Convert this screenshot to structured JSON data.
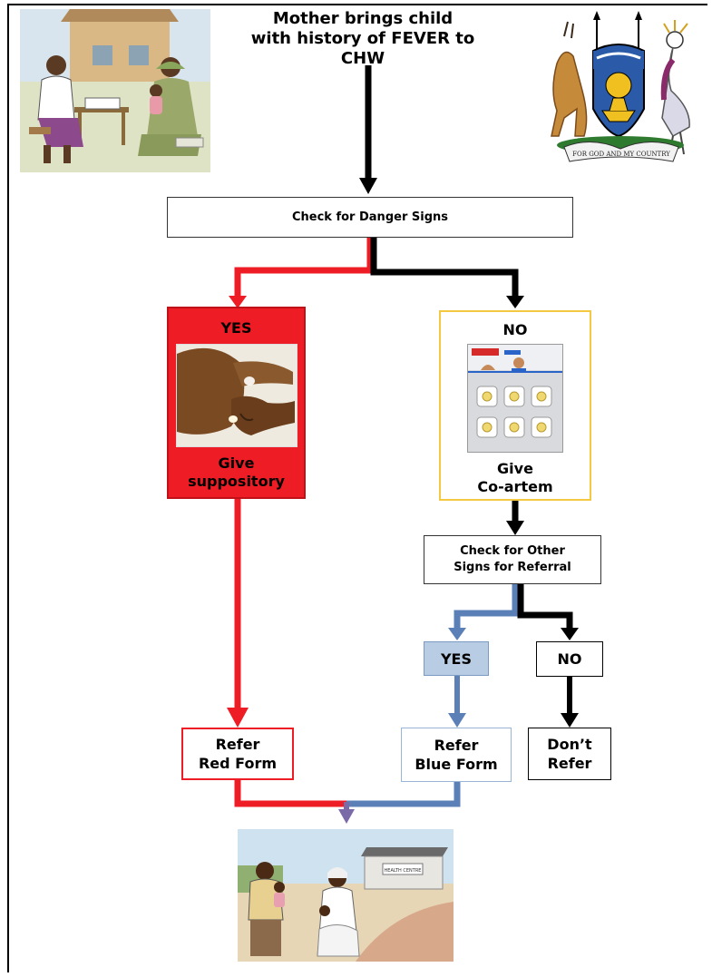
{
  "title": {
    "line1": "Mother brings child",
    "line2": "with history of FEVER to CHW"
  },
  "nodes": {
    "danger_check": "Check for Danger Signs",
    "yes_red": {
      "header": "YES",
      "line1": "Give",
      "line2": "suppository"
    },
    "no_yellow": {
      "header": "NO",
      "line1": "Give",
      "line2": "Co-artem"
    },
    "other_signs": {
      "line1": "Check for Other",
      "line2": "Signs for Referral"
    },
    "yes_blue": "YES",
    "no_black": "NO",
    "refer_red": {
      "line1": "Refer",
      "line2": "Red Form"
    },
    "refer_blue": {
      "line1": "Refer",
      "line2": "Blue Form"
    },
    "dont_refer": {
      "line1": "Don’t",
      "line2": "Refer"
    }
  },
  "coat_of_arms_motto": "FOR GOD AND MY COUNTRY",
  "health_centre_sign": "HEALTH CENTRE",
  "colors": {
    "red": "#ee1c24",
    "blue": "#5b80b8",
    "blue_fill": "#b8cce4",
    "yellow_border": "#f5c842",
    "black": "#000000"
  }
}
